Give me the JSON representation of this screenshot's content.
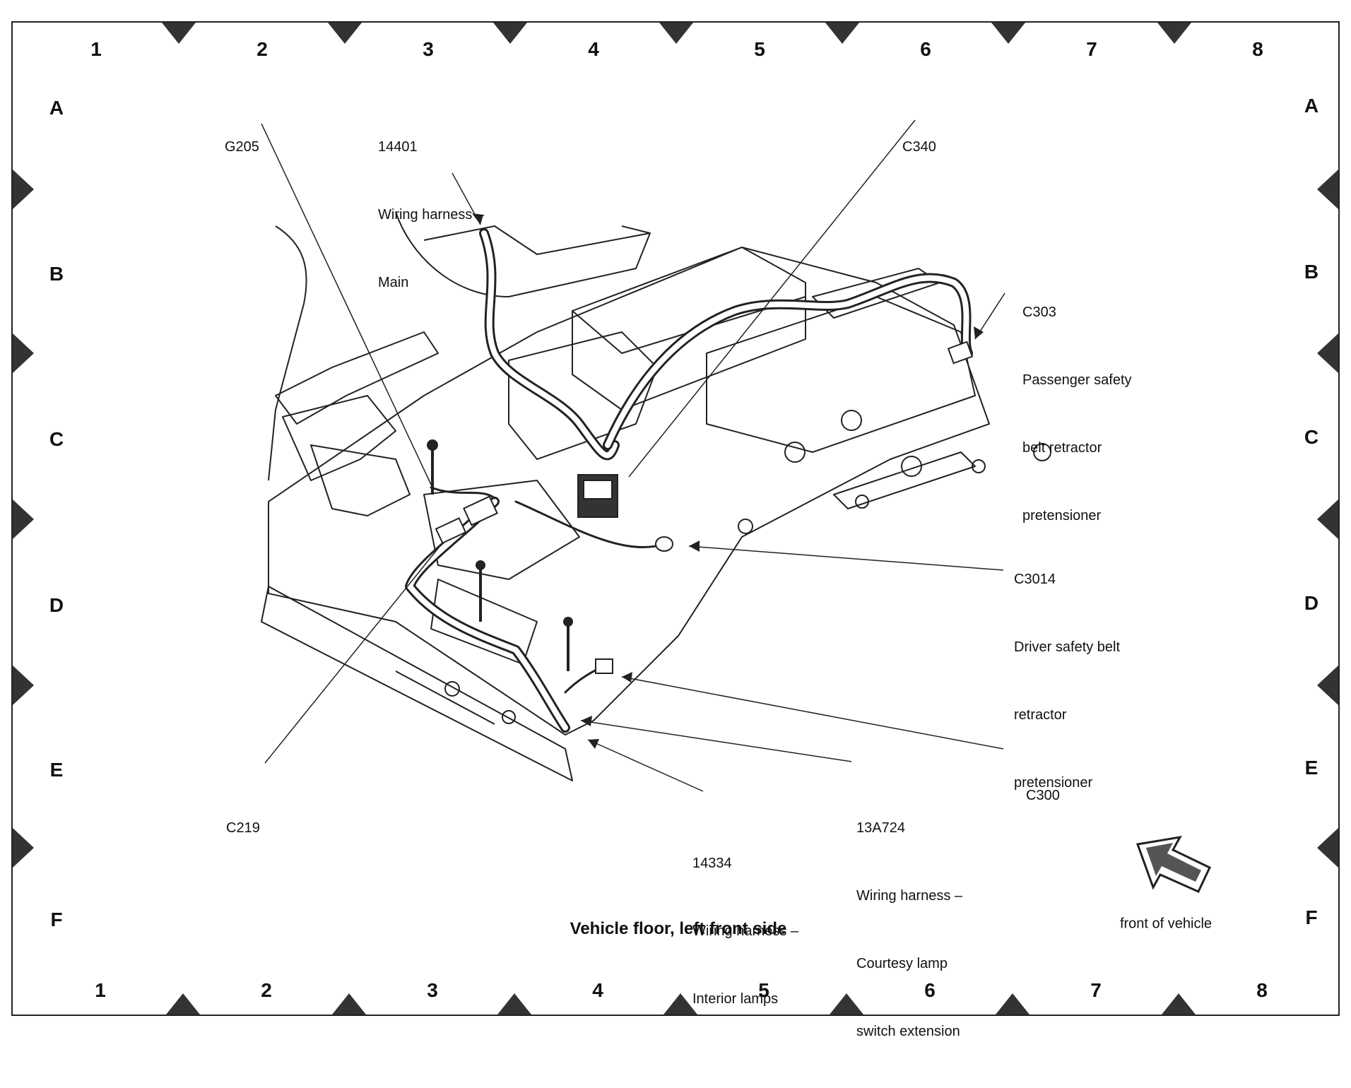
{
  "diagram": {
    "title": "Vehicle floor, left front side",
    "orientation_label": "front of vehicle",
    "columns": [
      "1",
      "2",
      "3",
      "4",
      "5",
      "6",
      "7",
      "8"
    ],
    "rows": [
      "A",
      "B",
      "C",
      "D",
      "E",
      "F"
    ],
    "colors": {
      "line": "#222222",
      "marker": "#333333",
      "background": "#ffffff"
    }
  },
  "callouts": {
    "g205": {
      "id": "G205"
    },
    "main_harness": {
      "id": "14401",
      "lines": [
        "Wiring harness –",
        "Main"
      ]
    },
    "c340": {
      "id": "C340"
    },
    "c303": {
      "id": "C303",
      "lines": [
        "Passenger safety",
        "belt retractor",
        "pretensioner"
      ]
    },
    "c3014": {
      "id": "C3014",
      "lines": [
        "Driver safety belt",
        "retractor",
        "pretensioner"
      ]
    },
    "c300": {
      "id": "C300"
    },
    "courtesy_harness": {
      "id": "13A724",
      "lines": [
        "Wiring harness –",
        "Courtesy lamp",
        "switch extension"
      ]
    },
    "interior_harness": {
      "id": "14334",
      "lines": [
        "Wiring harness –",
        "Interior lamps"
      ]
    },
    "c219": {
      "id": "C219"
    }
  }
}
